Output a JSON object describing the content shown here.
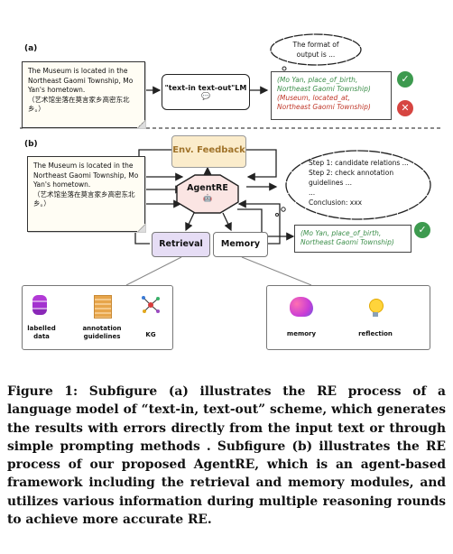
{
  "panel_a": {
    "label": "(a)",
    "input_text": "The Museum is located in the Northeast Gaomi Township, Mo Yan's hometown.",
    "input_text_cn": "（艺术馆坐落在莫言家乡高密东北乡。）",
    "lm_label": "\"text-in text-out\"LM",
    "thought": "The format of output is ...",
    "output_correct": "(Mo Yan, place_of_birth, Northeast Gaomi Township)",
    "output_wrong": "(Museum, located_at, Northeast Gaomi Township)"
  },
  "panel_b": {
    "label": "(b)",
    "input_text": "The Museum is located in the Northeast Gaomi Township, Mo Yan's hometown.",
    "input_text_cn": "（艺术馆坐落在莫言家乡高密东北乡。）",
    "env_feedback": "Env. Feedback",
    "agent": "AgentRE",
    "retrieval": "Retrieval",
    "memory": "Memory",
    "thought_step1": "Step 1: candidate relations ...",
    "thought_step2": "Step 2: check annotation guidelines ...",
    "thought_dots": "...",
    "thought_conclusion": "Conclusion: xxx",
    "output": "(Mo Yan, place_of_birth, Northeast Gaomi Township)"
  },
  "resources_left": [
    {
      "label": "labelled data"
    },
    {
      "label": "annotation guidelines"
    },
    {
      "label": "KG"
    }
  ],
  "resources_right": [
    {
      "label": "memory"
    },
    {
      "label": "reflection"
    }
  ],
  "caption": "Figure 1: Subfigure (a) illustrates the RE process of a language model of “text-in, text-out” scheme, which generates the results with errors directly from the input text or through simple prompting methods . Subfigure (b) illustrates the RE process of our proposed AgentRE, which is an agent-based framework including the retrieval and memory modules, and utilizes various information during multiple reasoning rounds to achieve more accurate RE.",
  "colors": {
    "env_feedback": "#fbeccb",
    "retrieval": "#e6ddf5",
    "check": "#3d9a4f",
    "cross": "#d64541"
  }
}
